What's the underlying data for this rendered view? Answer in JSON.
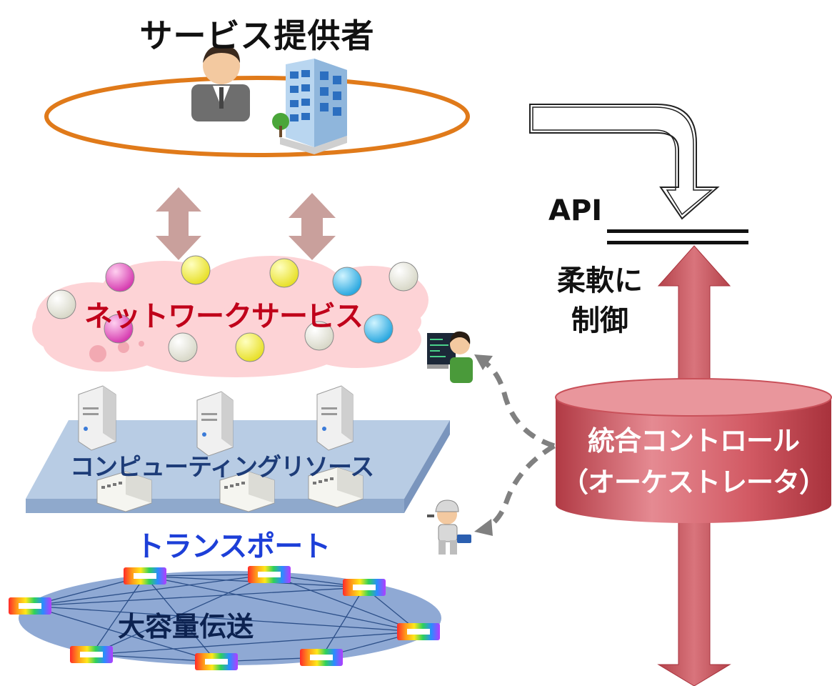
{
  "title": "サービス提供者",
  "api_label": "API",
  "flexible_control": [
    "柔軟に",
    "制御"
  ],
  "network_service": "ネットワークサービス",
  "computing_resources": "コンピューティングリソース",
  "transport": "トランスポート",
  "high_capacity": "大容量伝送",
  "orchestrator": [
    "統合コントロール",
    "（オーケストレータ）"
  ],
  "colors": {
    "ellipse_outline": "#e07a1a",
    "cloud": "#fdd3d6",
    "network_text": "#c0001a",
    "platform": "#b8cce4",
    "transport_text": "#1d3fd8",
    "transport_oval": "#8fa9d4",
    "orchestrator": "#c9515a",
    "double_arrow": "#c9a09c"
  }
}
